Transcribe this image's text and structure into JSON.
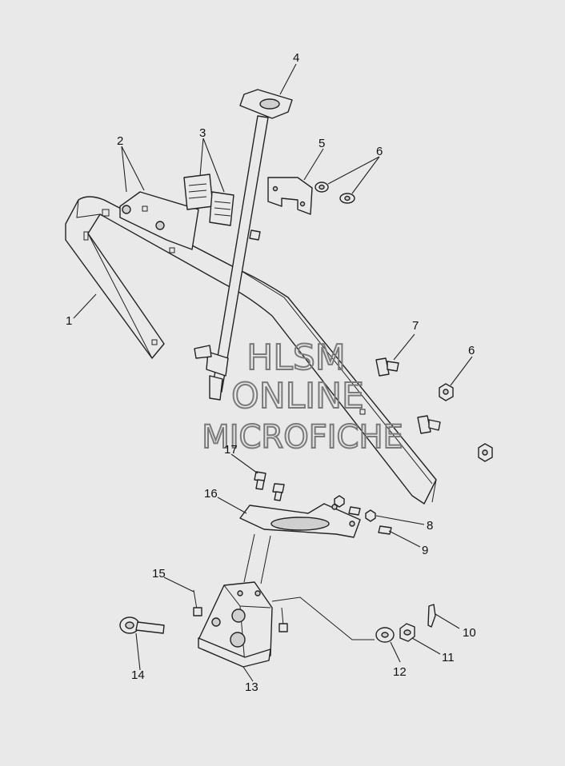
{
  "watermark": {
    "line1": "HLSM",
    "line2": "ONLINE",
    "line3": "MICROFICHE"
  },
  "callouts": [
    {
      "id": "c1",
      "label": "1"
    },
    {
      "id": "c2",
      "label": "2"
    },
    {
      "id": "c3",
      "label": "3"
    },
    {
      "id": "c4",
      "label": "4"
    },
    {
      "id": "c5",
      "label": "5"
    },
    {
      "id": "c6a",
      "label": "6"
    },
    {
      "id": "c6b",
      "label": "6"
    },
    {
      "id": "c7",
      "label": "7"
    },
    {
      "id": "c8",
      "label": "8"
    },
    {
      "id": "c9",
      "label": "9"
    },
    {
      "id": "c10",
      "label": "10"
    },
    {
      "id": "c11",
      "label": "11"
    },
    {
      "id": "c12",
      "label": "12"
    },
    {
      "id": "c13",
      "label": "13"
    },
    {
      "id": "c14",
      "label": "14"
    },
    {
      "id": "c15",
      "label": "15"
    },
    {
      "id": "c16",
      "label": "16"
    },
    {
      "id": "c17",
      "label": "17"
    }
  ]
}
